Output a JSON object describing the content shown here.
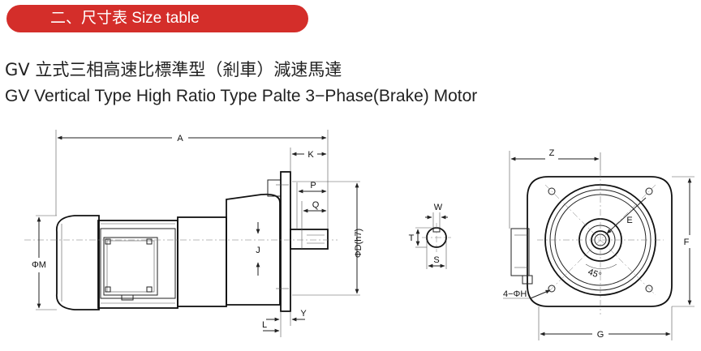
{
  "section_banner": "二、尺寸表 Size table",
  "title_zh": "GV 立式三相高速比標準型（剎車）減速馬達",
  "title_en": "GV Vertical Type High Ratio Type Palte 3−Phase(Brake) Motor",
  "dimension_labels": {
    "A": "A",
    "K": "K",
    "P": "P",
    "Q": "Q",
    "J": "J",
    "M": "ΦM",
    "D": "ΦD(h7)",
    "L": "L",
    "Y": "Y",
    "W": "W",
    "T": "T",
    "S": "S",
    "Z": "Z",
    "E": "E",
    "F": "F",
    "G": "G",
    "H": "4−ΦH",
    "angle": "45°"
  }
}
